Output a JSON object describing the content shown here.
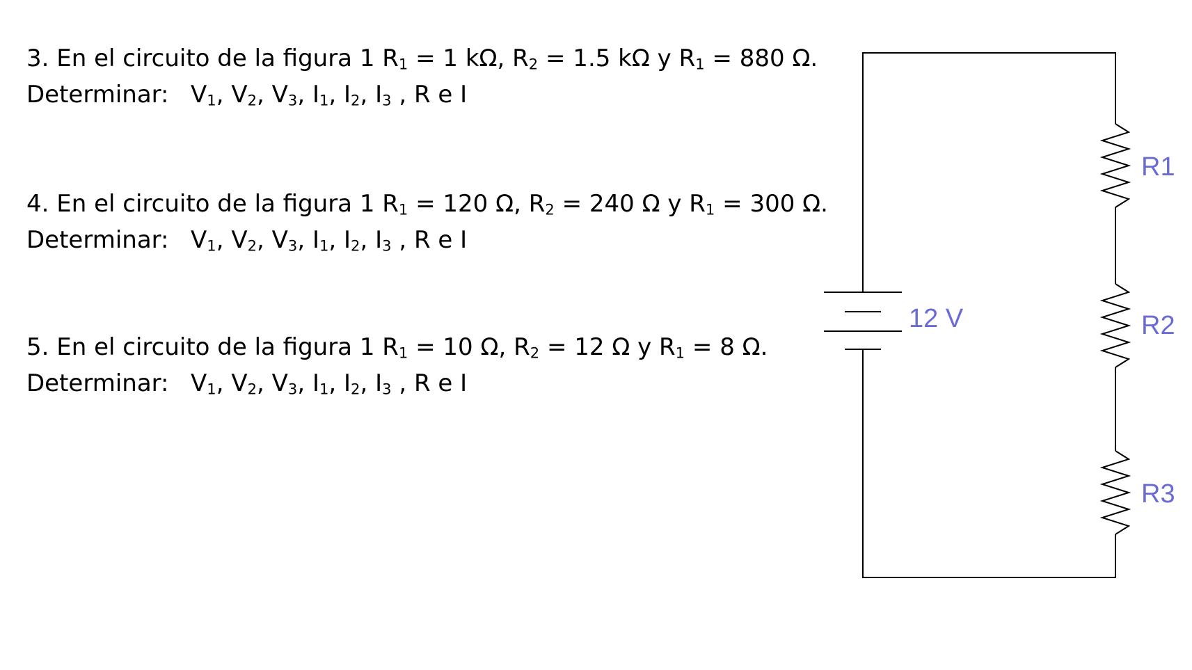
{
  "problems": [
    {
      "lead": "3. En el circuito de la figura 1 ",
      "r1_sym": "R",
      "r1_sub": "1",
      "r1_val": " = 1 kΩ, ",
      "r2_sym": "R",
      "r2_sub": "2",
      "r2_val": " = 1.5 kΩ y ",
      "r3_sym": "R",
      "r3_sub": "1",
      "r3_val": " = 880 Ω.",
      "det_label": "Determinar:",
      "det_items": [
        {
          "sym": "V",
          "sub": "1",
          "sep": ", "
        },
        {
          "sym": "V",
          "sub": "2",
          "sep": ", "
        },
        {
          "sym": "V",
          "sub": "3",
          "sep": ", "
        },
        {
          "sym": "I",
          "sub": "1",
          "sep": ", "
        },
        {
          "sym": "I",
          "sub": "2",
          "sep": ", "
        },
        {
          "sym": "I",
          "sub": "3",
          "sep": " , R e I"
        }
      ]
    },
    {
      "lead": "4. En el circuito de la figura 1 ",
      "r1_sym": "R",
      "r1_sub": "1",
      "r1_val": " = 120 Ω, ",
      "r2_sym": "R",
      "r2_sub": "2",
      "r2_val": " = 240 Ω y ",
      "r3_sym": "R",
      "r3_sub": "1",
      "r3_val": " = 300 Ω.",
      "det_label": "Determinar:",
      "det_items": [
        {
          "sym": "V",
          "sub": "1",
          "sep": ", "
        },
        {
          "sym": "V",
          "sub": "2",
          "sep": ", "
        },
        {
          "sym": "V",
          "sub": "3",
          "sep": ", "
        },
        {
          "sym": "I",
          "sub": "1",
          "sep": ", "
        },
        {
          "sym": "I",
          "sub": "2",
          "sep": ", "
        },
        {
          "sym": "I",
          "sub": "3",
          "sep": " , R e I"
        }
      ]
    },
    {
      "lead": "5. En el circuito de la figura 1 ",
      "r1_sym": "R",
      "r1_sub": "1",
      "r1_val": " = 10 Ω, ",
      "r2_sym": "R",
      "r2_sub": "2",
      "r2_val": " = 12 Ω y ",
      "r3_sym": "R",
      "r3_sub": "1",
      "r3_val": " = 8 Ω.",
      "det_label": "Determinar:",
      "det_items": [
        {
          "sym": "V",
          "sub": "1",
          "sep": ", "
        },
        {
          "sym": "V",
          "sub": "2",
          "sep": ", "
        },
        {
          "sym": "V",
          "sub": "3",
          "sep": ", "
        },
        {
          "sym": "I",
          "sub": "1",
          "sep": ", "
        },
        {
          "sym": "I",
          "sub": "2",
          "sep": ", "
        },
        {
          "sym": "I",
          "sub": "3",
          "sep": " , R e I"
        }
      ]
    }
  ],
  "circuit": {
    "source_label": "12 V",
    "resistor_labels": [
      "R1",
      "R2",
      "R3"
    ],
    "wire_color": "#000000",
    "label_color": "#6b6bd6"
  }
}
